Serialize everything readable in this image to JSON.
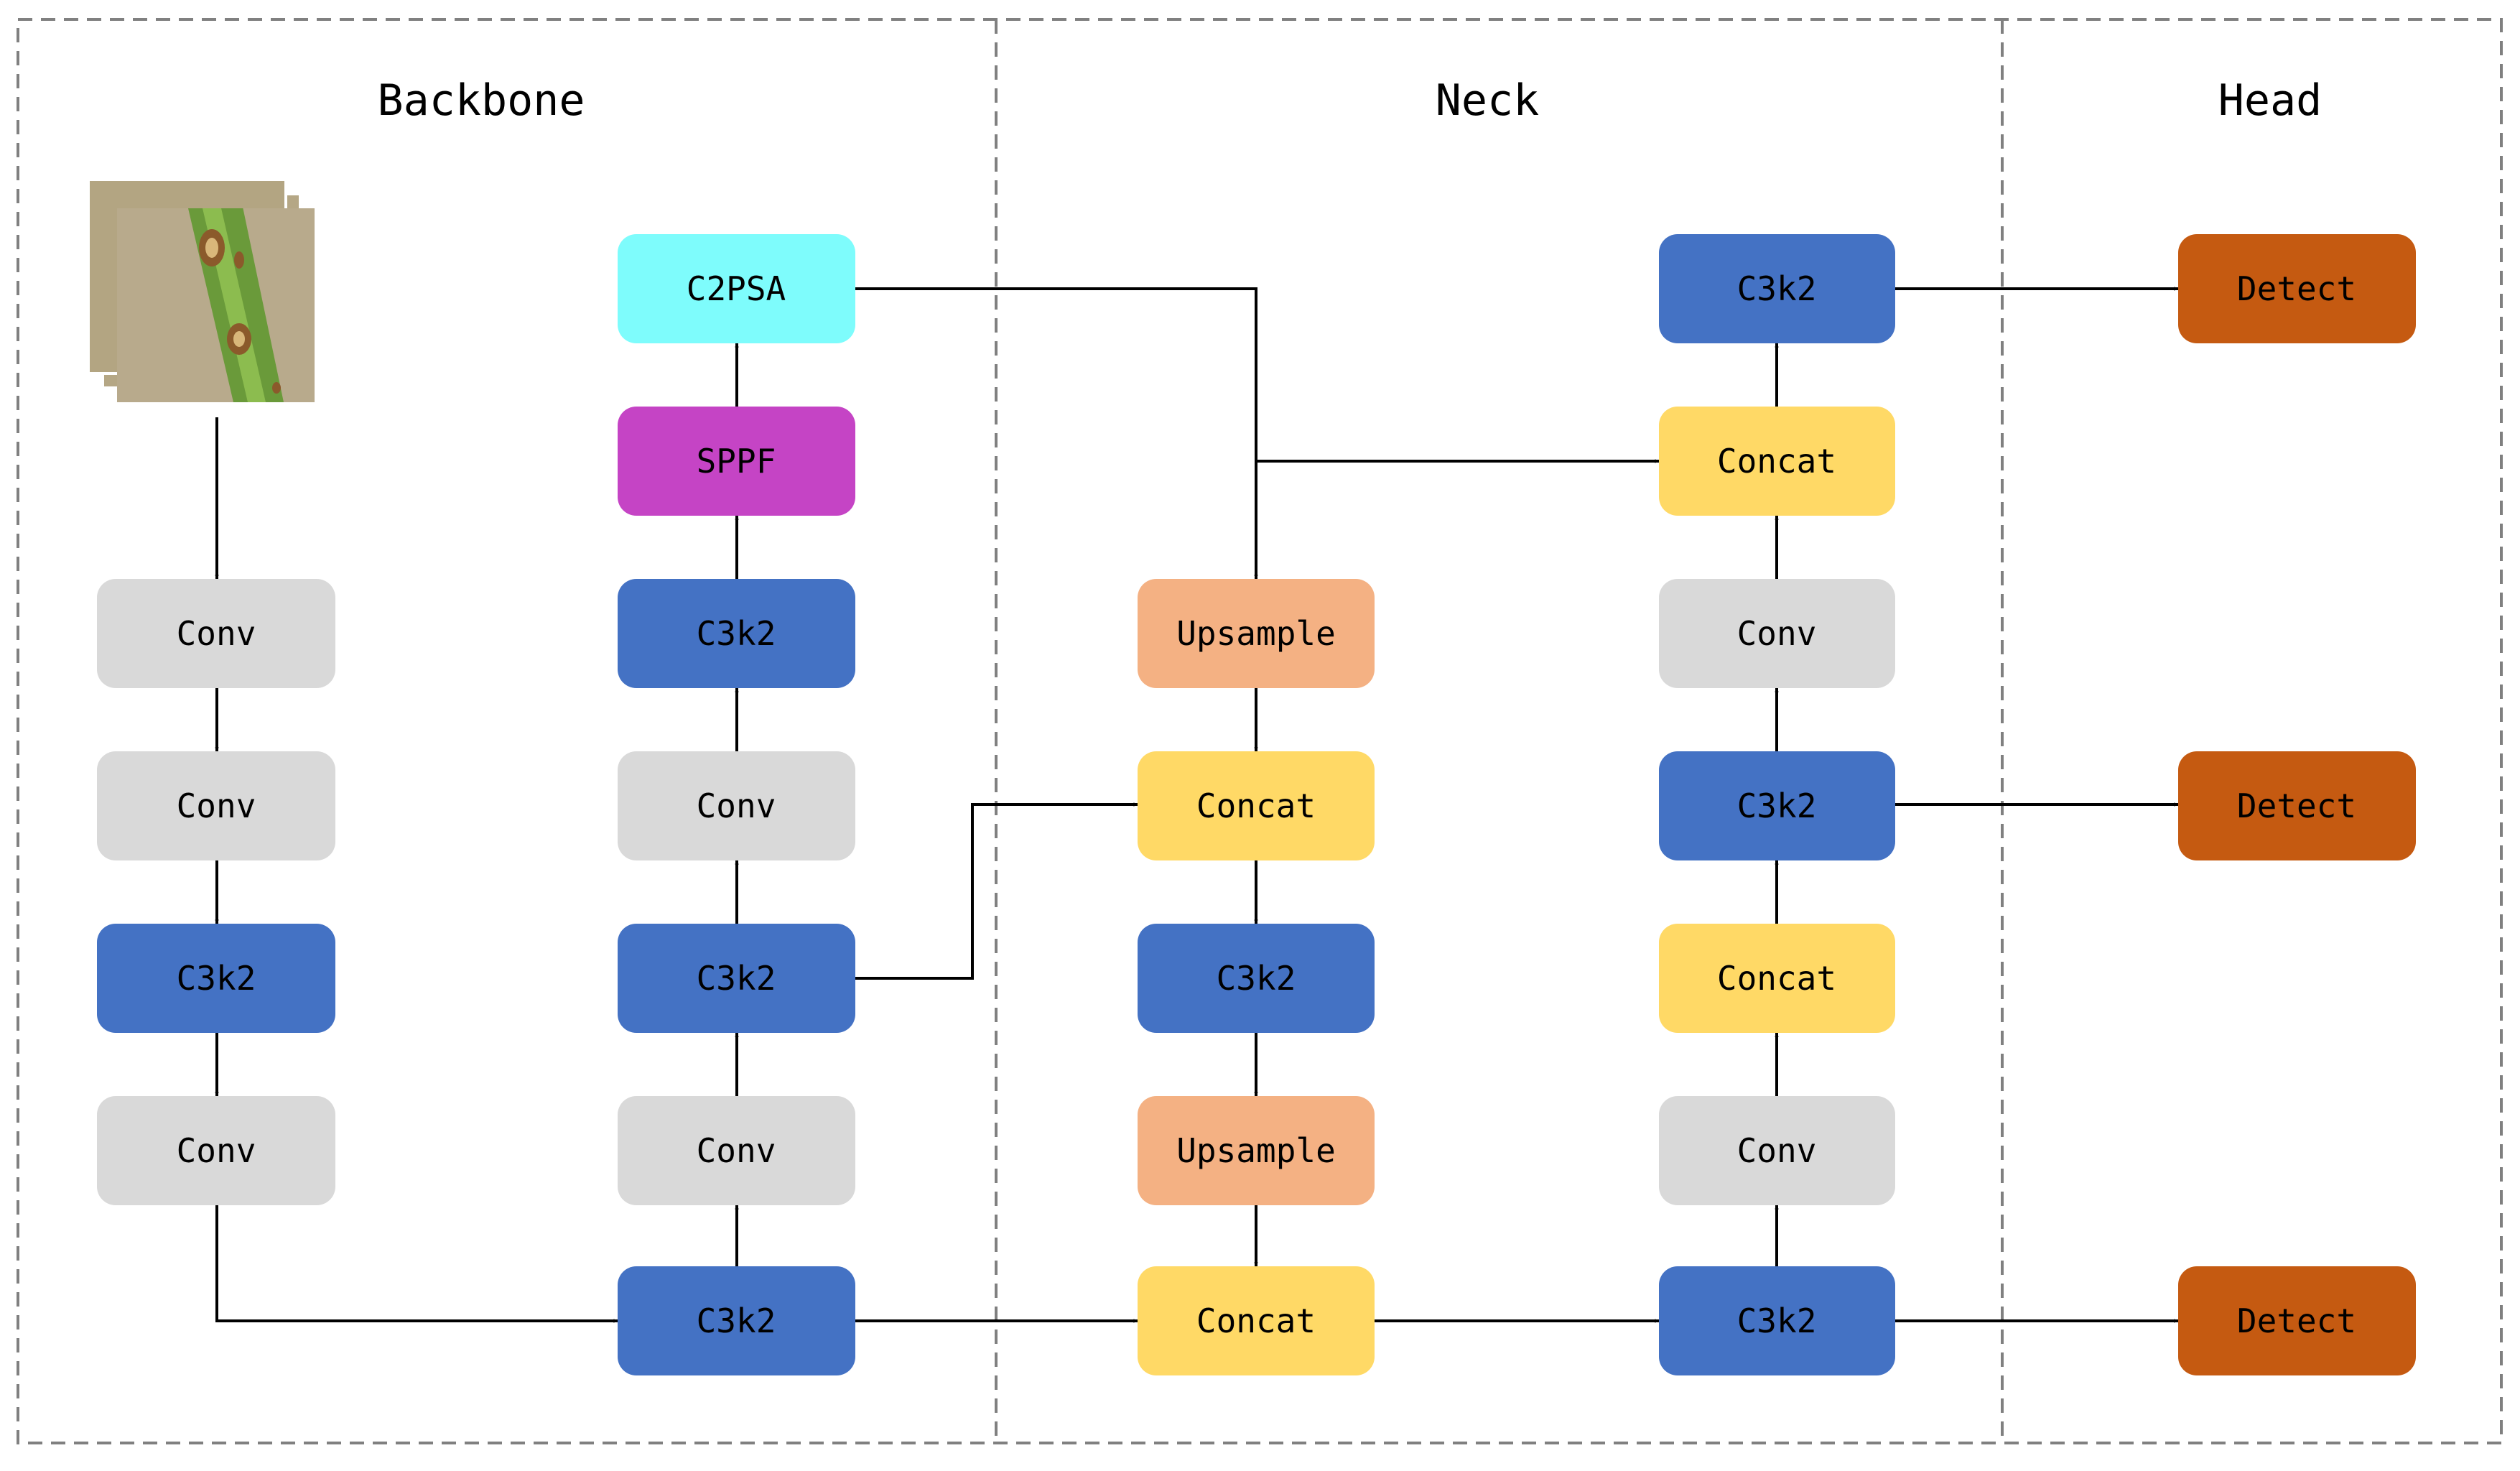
{
  "sections": {
    "backbone": "Backbone",
    "neck": "Neck",
    "head": "Head"
  },
  "colors": {
    "conv": "#d9d9d9",
    "c3k2": "#4472c4",
    "sppf": "#c544c5",
    "c2psa": "#7efcfc",
    "upsample": "#f4b183",
    "concat": "#ffd966",
    "detect": "#c55a11",
    "frame": "#808080",
    "arrow": "#000000"
  },
  "input_image": {
    "icon": "leaf-image-stack-icon",
    "content": "stacked photos of a green leaf with brown lesion spots"
  },
  "modules": {
    "bb_conv1": "Conv",
    "bb_conv2": "Conv",
    "bb_c3k2_1": "C3k2",
    "bb_conv3": "Conv",
    "bb_c3k2_2": "C3k2",
    "bb_conv4": "Conv",
    "bb_c3k2_3": "C3k2",
    "bb_conv5": "Conv",
    "bb_c3k2_4": "C3k2",
    "bb_sppf": "SPPF",
    "bb_c2psa": "C2PSA",
    "nk_upsample1": "Upsample",
    "nk_concat1": "Concat",
    "nk_c3k2_1": "C3k2",
    "nk_upsample2": "Upsample",
    "nk_concat2": "Concat",
    "nk_c3k2_2": "C3k2",
    "nk_conv1": "Conv",
    "nk_concat3": "Concat",
    "nk_c3k2_3": "C3k2",
    "nk_conv2": "Conv",
    "nk_concat4": "Concat",
    "nk_c3k2_4": "C3k2",
    "hd_detect1": "Detect",
    "hd_detect2": "Detect",
    "hd_detect3": "Detect"
  }
}
